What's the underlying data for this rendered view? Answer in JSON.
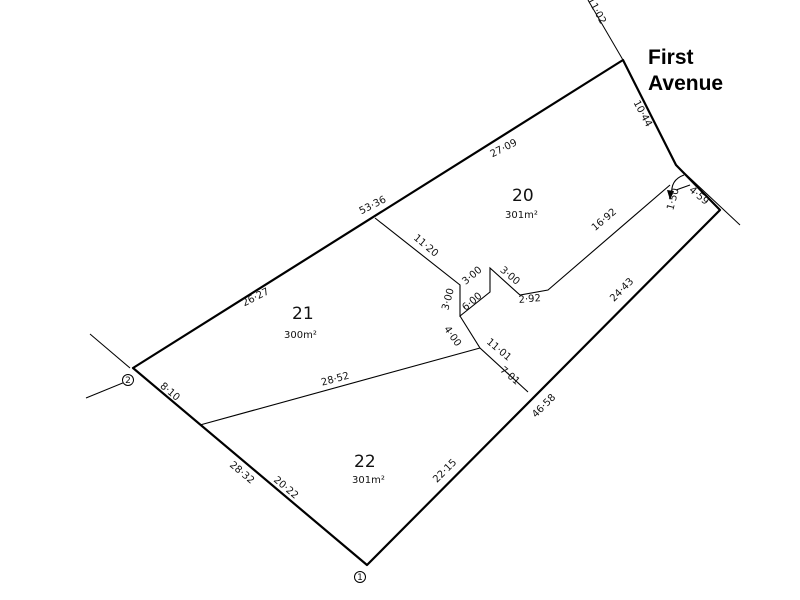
{
  "street": {
    "line1": "First",
    "line2": "Avenue"
  },
  "lots": [
    {
      "number": "20",
      "area": "301m²"
    },
    {
      "number": "21",
      "area": "300m²"
    },
    {
      "number": "22",
      "area": "301m²"
    }
  ],
  "stations": {
    "one": "1",
    "two": "2"
  },
  "dimensions": {
    "d_1102": "11·02",
    "d_1044": "10·44",
    "d_2709": "27·09",
    "d_5336": "53·36",
    "d_2627": "26·27",
    "d_810": "8·10",
    "d_2832": "28·32",
    "d_2022": "20·22",
    "d_2852": "28·52",
    "d_1120": "11·20",
    "d_300a": "3·00",
    "d_300b": "3·00",
    "d_300c": "3·00",
    "d_600": "6·00",
    "d_292": "2·92",
    "d_1692": "16·92",
    "d_150": "1·50",
    "d_459": "4·59",
    "d_2443": "24·43",
    "d_4658": "46·58",
    "d_400": "4·00",
    "d_1101": "11·01",
    "d_701": "7·01",
    "d_2215": "22·15"
  }
}
